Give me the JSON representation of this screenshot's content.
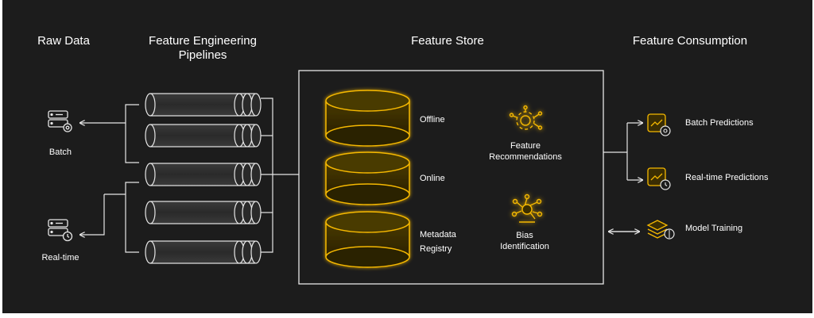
{
  "headers": {
    "raw_data": "Raw Data",
    "pipelines_line1": "Feature Engineering",
    "pipelines_line2": "Pipelines",
    "feature_store": "Feature Store",
    "consumption": "Feature Consumption"
  },
  "sources": {
    "batch": "Batch",
    "realtime": "Real-time"
  },
  "store": {
    "offline": "Offline",
    "online": "Online",
    "metadata_line1": "Metadata",
    "metadata_line2": "Registry",
    "recommendations_line1": "Feature",
    "recommendations_line2": "Recommendations",
    "bias_line1": "Bias",
    "bias_line2": "Identification"
  },
  "consumers": {
    "batch_predictions": "Batch Predictions",
    "realtime_predictions": "Real-time Predictions",
    "model_training": "Model Training"
  },
  "colors": {
    "background": "#1c1c1c",
    "accent": "#f5b800",
    "line": "#e6e6e6"
  },
  "icons": [
    "server-gear-icon",
    "server-clock-icon",
    "gear-network-icon",
    "bias-network-icon",
    "chart-gear-icon",
    "chart-clock-icon",
    "layers-brain-icon"
  ]
}
